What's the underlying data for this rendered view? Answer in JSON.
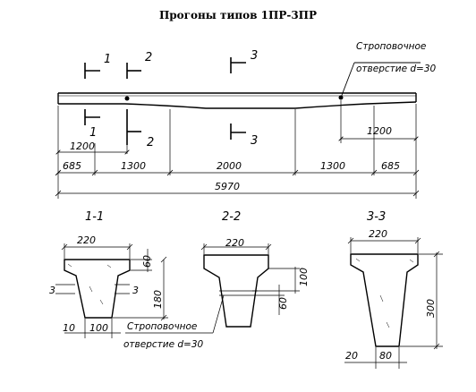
{
  "title": "Прогоны типов 1ПР-3ПР",
  "elevation": {
    "section_marks": {
      "s1": "1",
      "s2": "2",
      "s3": "3"
    },
    "hole_note_line1": "Строповочное",
    "hole_note_line2": "отверстие d=30",
    "dims": {
      "d1200_left": "1200",
      "d1200_right": "1200",
      "d685_left": "685",
      "d1300_left": "1300",
      "d2000": "2000",
      "d1300_right": "1300",
      "d685_right": "685",
      "d5970": "5970"
    }
  },
  "sections": {
    "s11": {
      "label": "1-1",
      "d220": "220",
      "d60": "60",
      "d3_left": "3",
      "d3_right": "3",
      "d180": "180",
      "d10": "10",
      "d100": "100"
    },
    "s22": {
      "label": "2-2",
      "d220": "220",
      "d100": "100",
      "d60": "60",
      "note_line1": "Строповочное",
      "note_line2": "отверстие d=30"
    },
    "s33": {
      "label": "3-3",
      "d220": "220",
      "d300": "300",
      "d20": "20",
      "d80": "80"
    }
  }
}
